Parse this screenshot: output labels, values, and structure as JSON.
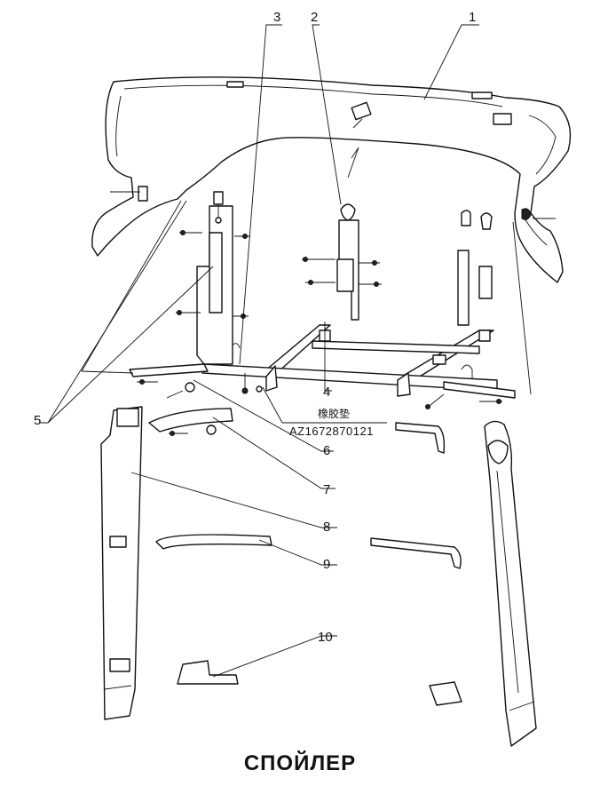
{
  "title": "СПОЙЛЕР",
  "callouts": [
    "1",
    "2",
    "3",
    "4",
    "5",
    "6",
    "7",
    "8",
    "9",
    "10"
  ],
  "note": {
    "label": "橡胶垫",
    "part_number": "AZ1672870121"
  }
}
